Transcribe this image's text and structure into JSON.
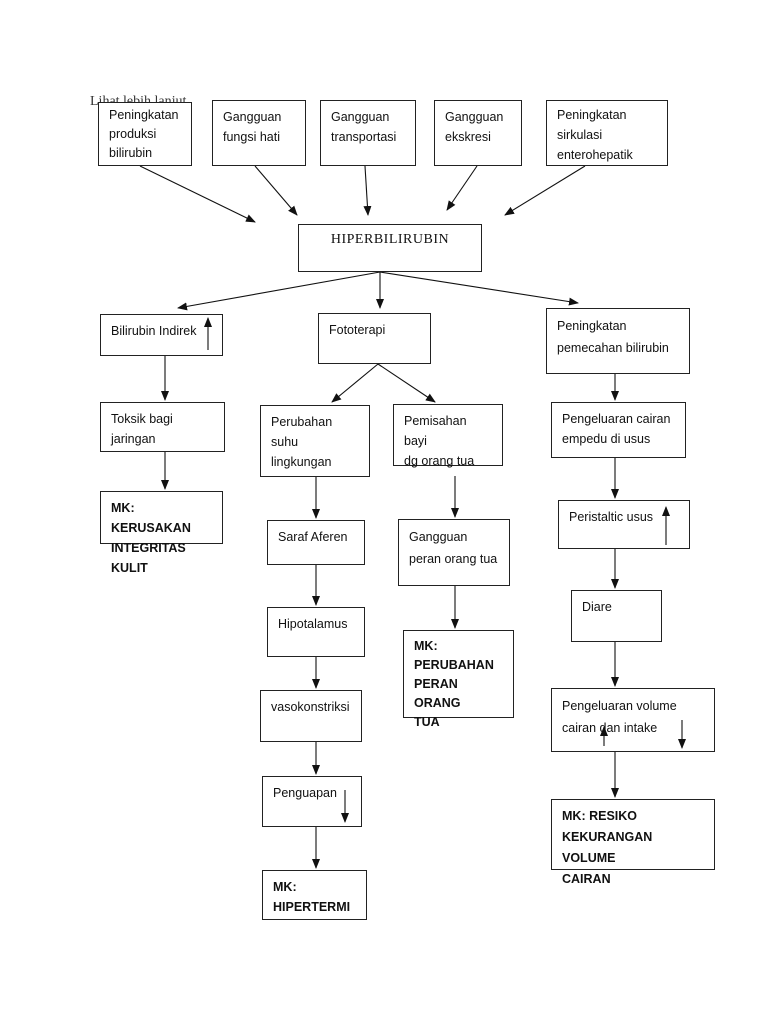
{
  "note_text": "Lihat lebih lanjut",
  "causes": [
    {
      "id": "c1",
      "label": "Peningkatan\nproduksi\nbilirubin"
    },
    {
      "id": "c2",
      "label": "Gangguan\nfungsi hati"
    },
    {
      "id": "c3",
      "label": "Gangguan\ntransportasi"
    },
    {
      "id": "c4",
      "label": "Gangguan\nekskresi"
    },
    {
      "id": "c5",
      "label": "Peningkatan\nsirkulasi\nenterohepatik"
    }
  ],
  "center": {
    "label": "HIPERBILIRUBIN"
  },
  "nodes": {
    "bilirubin_indirek": "Bilirubin Indirek",
    "toksik": "Toksik bagi\njaringan",
    "mk_kulit": "MK: KERUSAKAN\nINTEGRITAS KULIT",
    "fototerapi": "Fototerapi",
    "perubahan_suhu": "Perubahan\nsuhu\nlingkungan",
    "saraf": "Saraf Aferen",
    "hipotalamus": "Hipotalamus",
    "vaso": "vasokonstriksi",
    "penguapan": "Penguapan",
    "mk_hipertermi": "MK:\nHIPERTERMI",
    "pemisahan": "Pemisahan bayi\ndg orang tua",
    "gangguan_peran": "Gangguan\nperan orang tua",
    "mk_peran": "MK:\nPERUBAHAN\nPERAN ORANG\nTUA",
    "pemecahan": "Peningkatan\npemecahan bilirubin",
    "empedu": "Pengeluaran cairan\nempedu di usus",
    "peristaltic": "Peristaltic usus",
    "diare": "Diare",
    "volume": "Pengeluaran volume\ncairan    dan intake",
    "mk_cairan": "MK: RESIKO\nKEKURANGAN VOLUME\nCAIRAN"
  },
  "indicators": {
    "bilirubin_indirek": "up-arrow",
    "penguapan": "down-arrow",
    "peristaltic": "up-arrow",
    "volume_cairan": "up-arrow",
    "volume_intake": "down-arrow"
  }
}
